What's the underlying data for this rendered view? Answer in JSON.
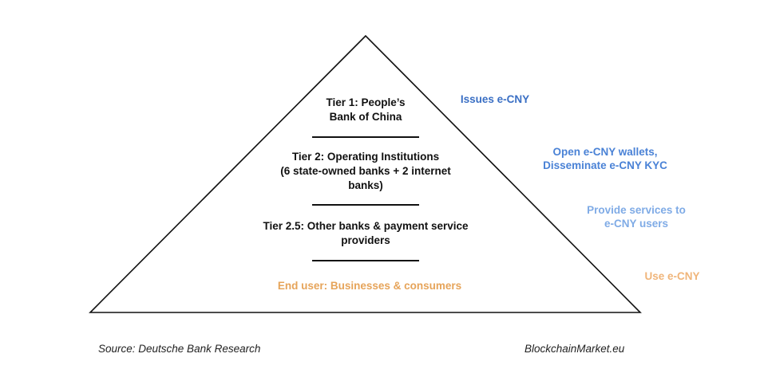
{
  "pyramid": {
    "tiers": [
      {
        "line1": "Tier 1: People’s",
        "line2": "Bank of China"
      },
      {
        "line1": "Tier 2: Operating Institutions",
        "line2": "(6 state-owned banks + 2 internet",
        "line3": "banks)"
      },
      {
        "line1": "Tier 2.5: Other banks & payment service",
        "line2": "providers"
      },
      {
        "line1": "End user: Businesses & consumers"
      }
    ],
    "colors": {
      "outline": "#111111",
      "end_user": "#e6a45a"
    }
  },
  "roles": [
    {
      "line1": "Issues e-CNY",
      "color": "#3a6fc4"
    },
    {
      "line1": "Open e-CNY wallets,",
      "line2": "Disseminate e-CNY KYC",
      "color": "#4a82d6"
    },
    {
      "line1": "Provide services to",
      "line2": "e-CNY users",
      "color": "#7fabe6"
    },
    {
      "line1": "Use e-CNY",
      "color": "#f0b57a"
    }
  ],
  "footer": {
    "source": "Source: Deutsche Bank Research",
    "site": "BlockchainMarket.eu"
  }
}
